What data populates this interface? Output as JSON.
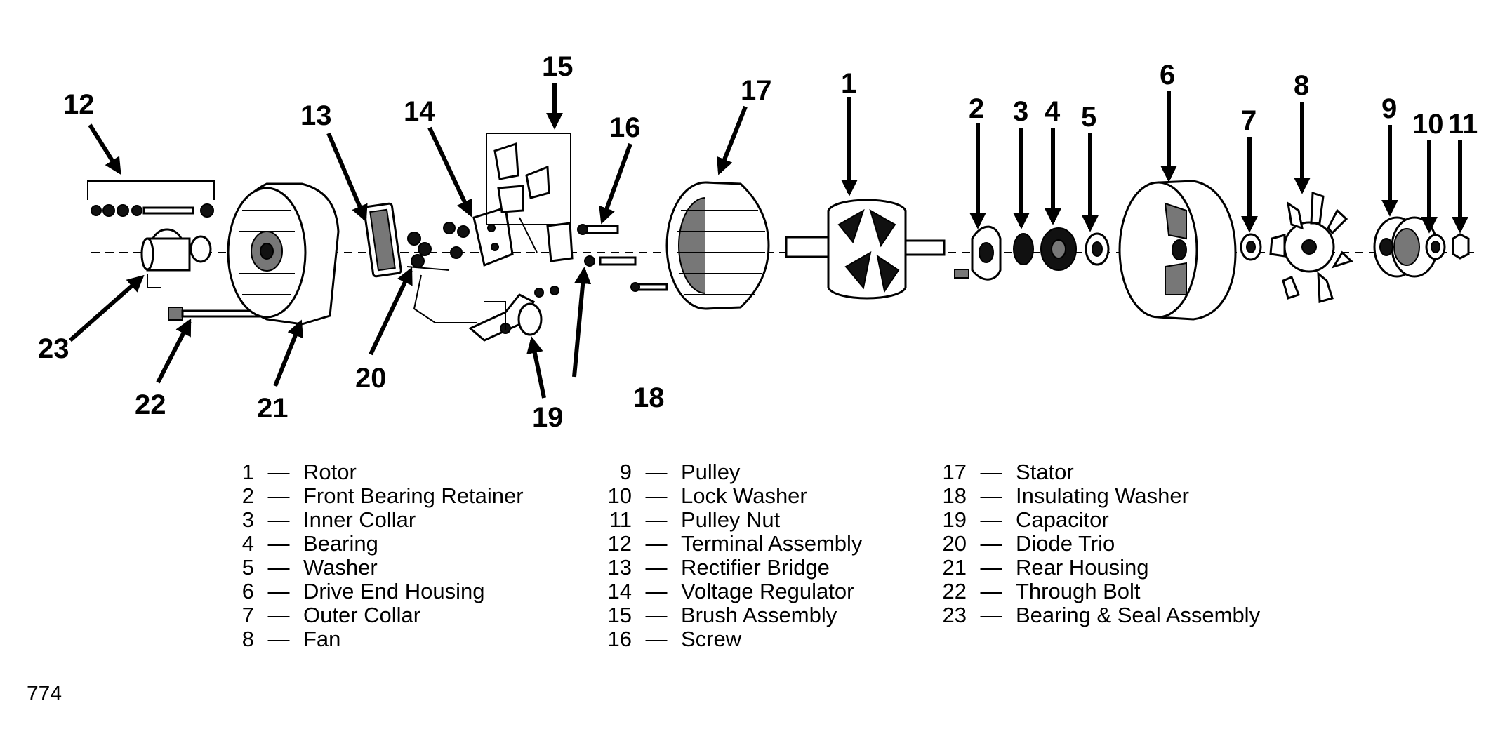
{
  "callouts": [
    "1",
    "2",
    "3",
    "4",
    "5",
    "6",
    "7",
    "8",
    "9",
    "10",
    "11",
    "12",
    "13",
    "14",
    "15",
    "16",
    "17",
    "18",
    "19",
    "20",
    "21",
    "22",
    "23"
  ],
  "dash": "—",
  "legend": [
    {
      "num": "1",
      "name": "Rotor"
    },
    {
      "num": "2",
      "name": "Front Bearing Retainer"
    },
    {
      "num": "3",
      "name": "Inner Collar"
    },
    {
      "num": "4",
      "name": "Bearing"
    },
    {
      "num": "5",
      "name": "Washer"
    },
    {
      "num": "6",
      "name": "Drive End Housing"
    },
    {
      "num": "7",
      "name": "Outer Collar"
    },
    {
      "num": "8",
      "name": "Fan"
    },
    {
      "num": "9",
      "name": "Pulley"
    },
    {
      "num": "10",
      "name": "Lock Washer"
    },
    {
      "num": "11",
      "name": "Pulley Nut"
    },
    {
      "num": "12",
      "name": "Terminal Assembly"
    },
    {
      "num": "13",
      "name": "Rectifier Bridge"
    },
    {
      "num": "14",
      "name": "Voltage Regulator"
    },
    {
      "num": "15",
      "name": "Brush Assembly"
    },
    {
      "num": "16",
      "name": "Screw"
    },
    {
      "num": "17",
      "name": "Stator"
    },
    {
      "num": "18",
      "name": "Insulating Washer"
    },
    {
      "num": "19",
      "name": "Capacitor"
    },
    {
      "num": "20",
      "name": "Diode Trio"
    },
    {
      "num": "21",
      "name": "Rear Housing"
    },
    {
      "num": "22",
      "name": "Through Bolt"
    },
    {
      "num": "23",
      "name": "Bearing & Seal Assembly"
    }
  ],
  "figure_number": "774"
}
